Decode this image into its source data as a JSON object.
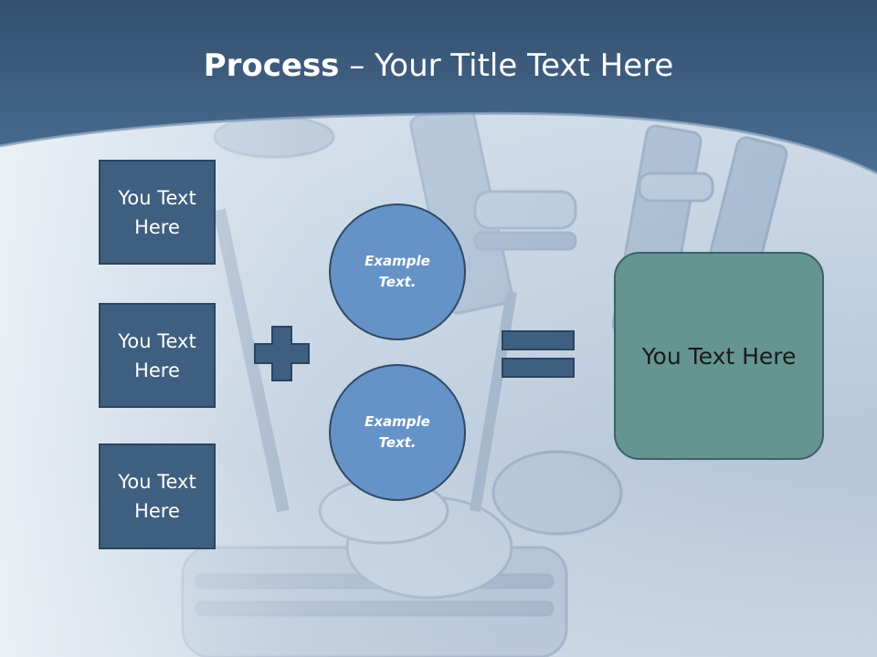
{
  "title": {
    "bold": "Process",
    "rest": " – Your Title Text Here"
  },
  "inputs": [
    {
      "label": "You Text Here"
    },
    {
      "label": "You Text Here"
    },
    {
      "label": "You Text Here"
    }
  ],
  "circles": [
    {
      "label": "Example Text."
    },
    {
      "label": "Example Text."
    }
  ],
  "operators": {
    "plus": "plus-icon",
    "equals": "equals-icon"
  },
  "result": {
    "label": "You Text Here"
  },
  "colors": {
    "header": "#3b5a7a",
    "box_fill": "#3e5f80",
    "circle_fill": "#6593c8",
    "result_fill": "#649590",
    "operator_fill": "#3e5f80"
  }
}
